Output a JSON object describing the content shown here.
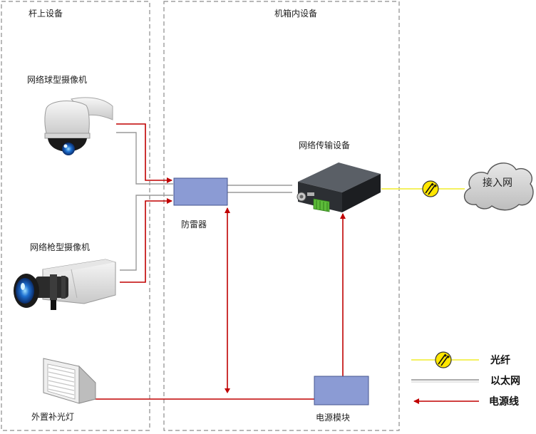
{
  "zones": {
    "pole": "杆上设备",
    "cabinet": "机箱内设备"
  },
  "devices": {
    "dome_camera": "网络球型摄像机",
    "bullet_camera": "网络枪型摄像机",
    "fill_light": "外置补光灯",
    "surge_protector": "防雷器",
    "transmission_device": "网络传输设备",
    "power_module": "电源模块",
    "access_network": "接入网"
  },
  "legend": {
    "fiber": "光纤",
    "ethernet": "以太网",
    "power": "电源线"
  },
  "colors": {
    "power_line": "#c00000",
    "ethernet_line": "#9a9a9a",
    "fiber_line": "#f2ef4a",
    "module_fill": "#8b9bd4"
  }
}
